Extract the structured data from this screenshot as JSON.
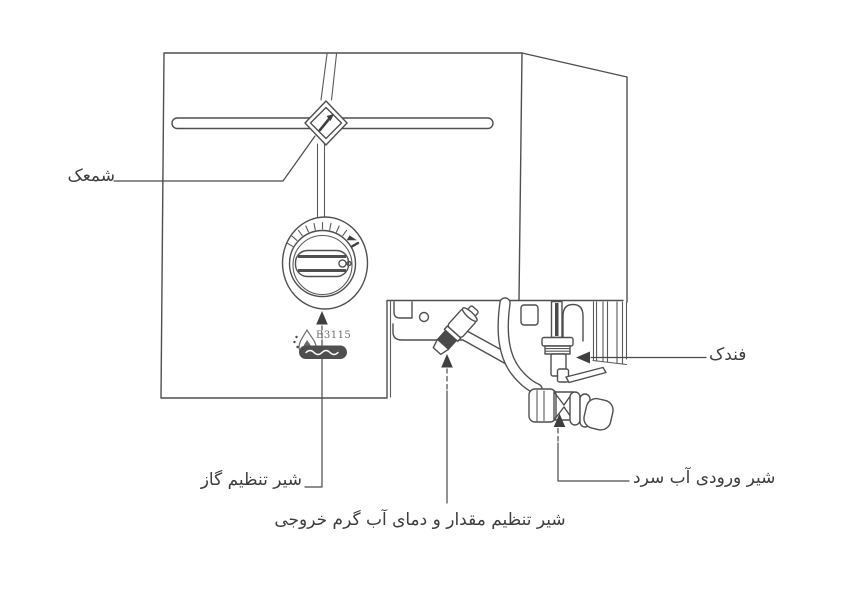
{
  "diagram": {
    "type": "water-heater-technical-diagram",
    "colors": {
      "background": "#ffffff",
      "line": "#4f4f4f",
      "text": "#3d3d3d",
      "arrow": "#3f3f3f"
    },
    "device": {
      "model_code": "B3115"
    },
    "callouts": [
      {
        "id": "pilot-flame",
        "label": "شمعک"
      },
      {
        "id": "gas-control-valve",
        "label": "شیر تنظیم گاز"
      },
      {
        "id": "hot-water-outlet-valve",
        "label": "شیر تنظیم مقدار و دمای آب گرم خروجی"
      },
      {
        "id": "igniter",
        "label": "فندک"
      },
      {
        "id": "cold-water-inlet-valve",
        "label": "شیر ورودی آب سرد"
      }
    ]
  }
}
